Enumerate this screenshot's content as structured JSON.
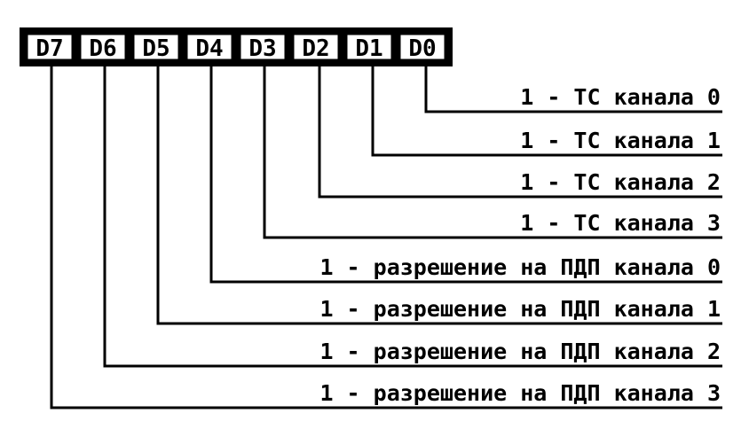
{
  "register": {
    "bits": [
      "D7",
      "D6",
      "D5",
      "D4",
      "D3",
      "D2",
      "D1",
      "D0"
    ]
  },
  "legend": {
    "labels": [
      "1 - ТС канала 0",
      "1 - ТС канала 1",
      "1 - ТС канала 2",
      "1 - ТС канала 3",
      "1 - разрешение на ПДП канала 0",
      "1 - разрешение на ПДП канала 1",
      "1 - разрешение на ПДП канала 2",
      "1 - разрешение на ПДП канала 3"
    ]
  },
  "colors": {
    "ink": "#000000",
    "paper": "#ffffff"
  }
}
